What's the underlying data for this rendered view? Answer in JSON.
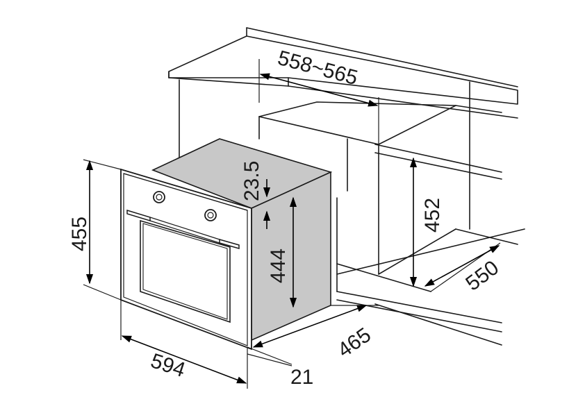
{
  "dimensions": {
    "cutout_width": "558~565",
    "top_clearance": "23.5",
    "cutout_height": "452",
    "cutout_depth": "550",
    "oven_height": "455",
    "body_height": "444",
    "body_depth": "465",
    "front_panel_depth": "21",
    "oven_width": "594"
  },
  "colors": {
    "line": "#1a1a1a",
    "oven_body": "#c8c8c8",
    "background": "#ffffff"
  },
  "icons": [
    "knob-left",
    "knob-right",
    "door-handle"
  ]
}
